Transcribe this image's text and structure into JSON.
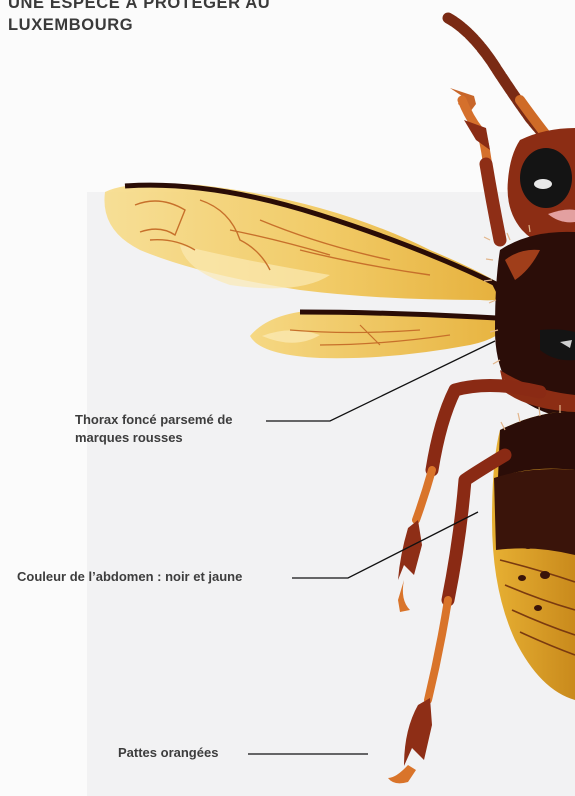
{
  "header": {
    "title_line1": "UNE ESPÈCE À PROTÉGER AU",
    "title_line2": "LUXEMBOURG"
  },
  "labels": {
    "thorax_line1": "Thorax foncé parsemé de",
    "thorax_line2": "marques rousses",
    "abdomen": "Couleur de l’abdomen : noir et jaune",
    "legs": "Pattes orangées"
  },
  "colors": {
    "background": "#fbfbfb",
    "panel": "#f2f2f3",
    "wing": "#f0c64a",
    "body_dark": "#2b0d08",
    "body_rust": "#8c2d14",
    "leg_orange": "#d9742a",
    "abdomen_yellow": "#e3a92c",
    "text": "#3d3d3d"
  },
  "icons": [
    "hornet-illustration"
  ]
}
